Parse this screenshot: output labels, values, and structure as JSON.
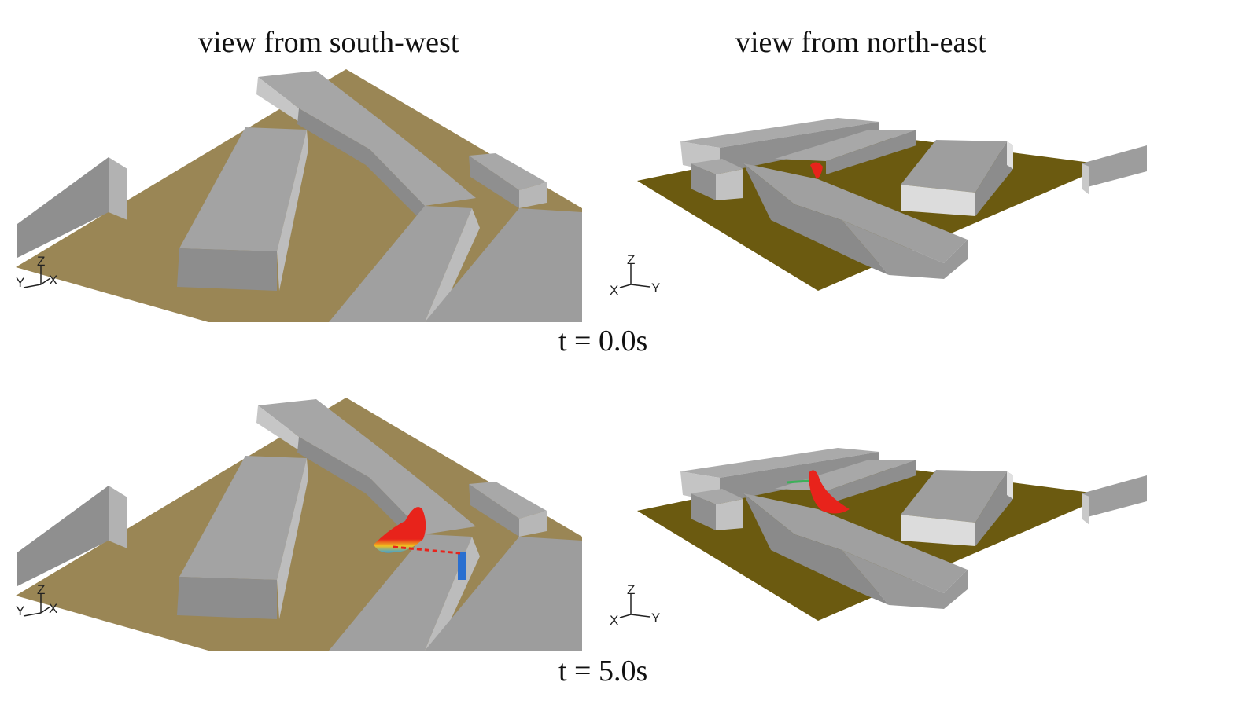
{
  "titles": {
    "left": "view from south-west",
    "right": "view from north-east"
  },
  "times": [
    "t = 0.0s",
    "t = 5.0s"
  ],
  "axes": {
    "sw": {
      "up": "Z",
      "left": "Y",
      "right": "X"
    },
    "ne": {
      "up": "Z",
      "left": "X",
      "right": "Y"
    }
  },
  "colors": {
    "ground_sw": "#9a8655",
    "ground_ne": "#6b5a10",
    "building": "#9e9e9e",
    "building_light": "#c2c2c2",
    "building_dark": "#7d7d7d",
    "plume_red": "#e8231b"
  }
}
